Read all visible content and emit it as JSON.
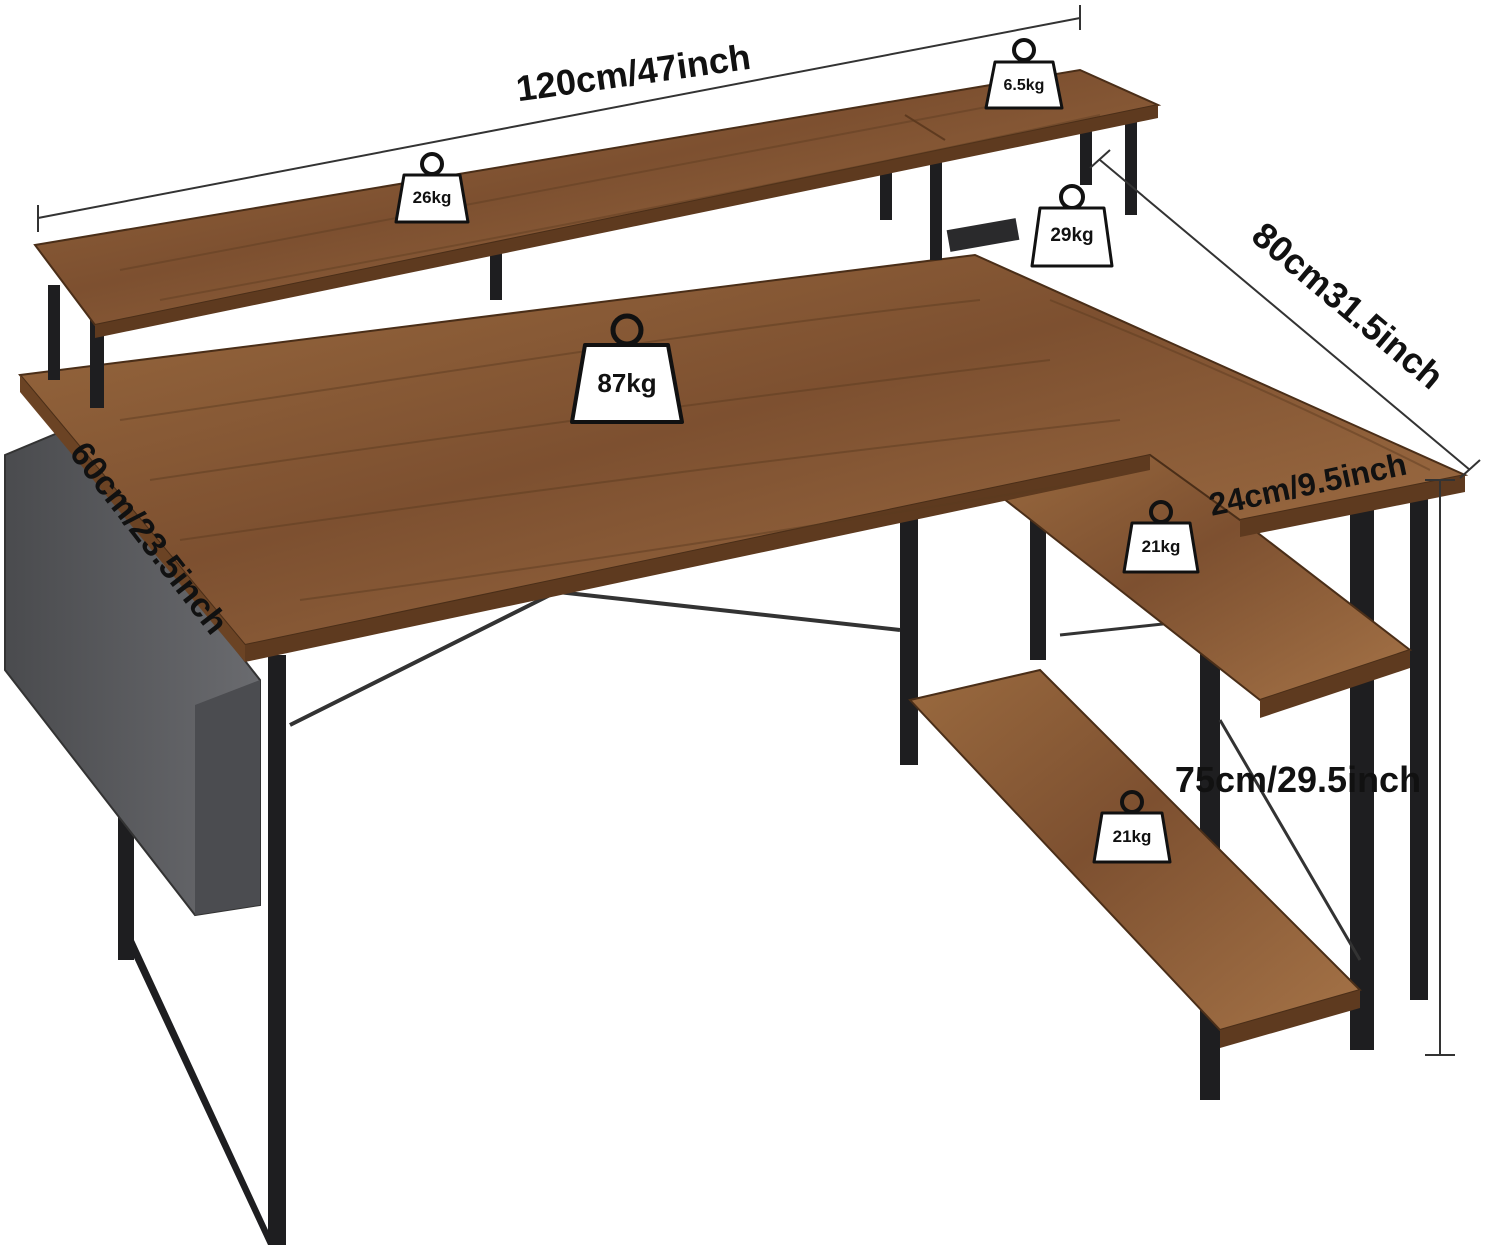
{
  "colors": {
    "wood": "#8a5a33",
    "wood_dark": "#5e3a1f",
    "wood_light": "#a8764a",
    "metal": "#1e1e20",
    "fabric": "#5c5d60",
    "line": "#222222"
  },
  "dimensions": {
    "width": "120cm/47inch",
    "depth_side": "80cm31.5inch",
    "depth_main": "60cm/23.5inch",
    "shelf_depth": "24cm/9.5inch",
    "height": "75cm/29.5inch"
  },
  "weights": {
    "monitor_stand_left": "26kg",
    "monitor_stand_right": "6.5kg",
    "desk_top": "87kg",
    "side_top": "29kg",
    "upper_shelf": "21kg",
    "lower_shelf": "21kg"
  },
  "icons": {
    "weight": "weight-icon",
    "pocket": "storage-bag-icon"
  }
}
